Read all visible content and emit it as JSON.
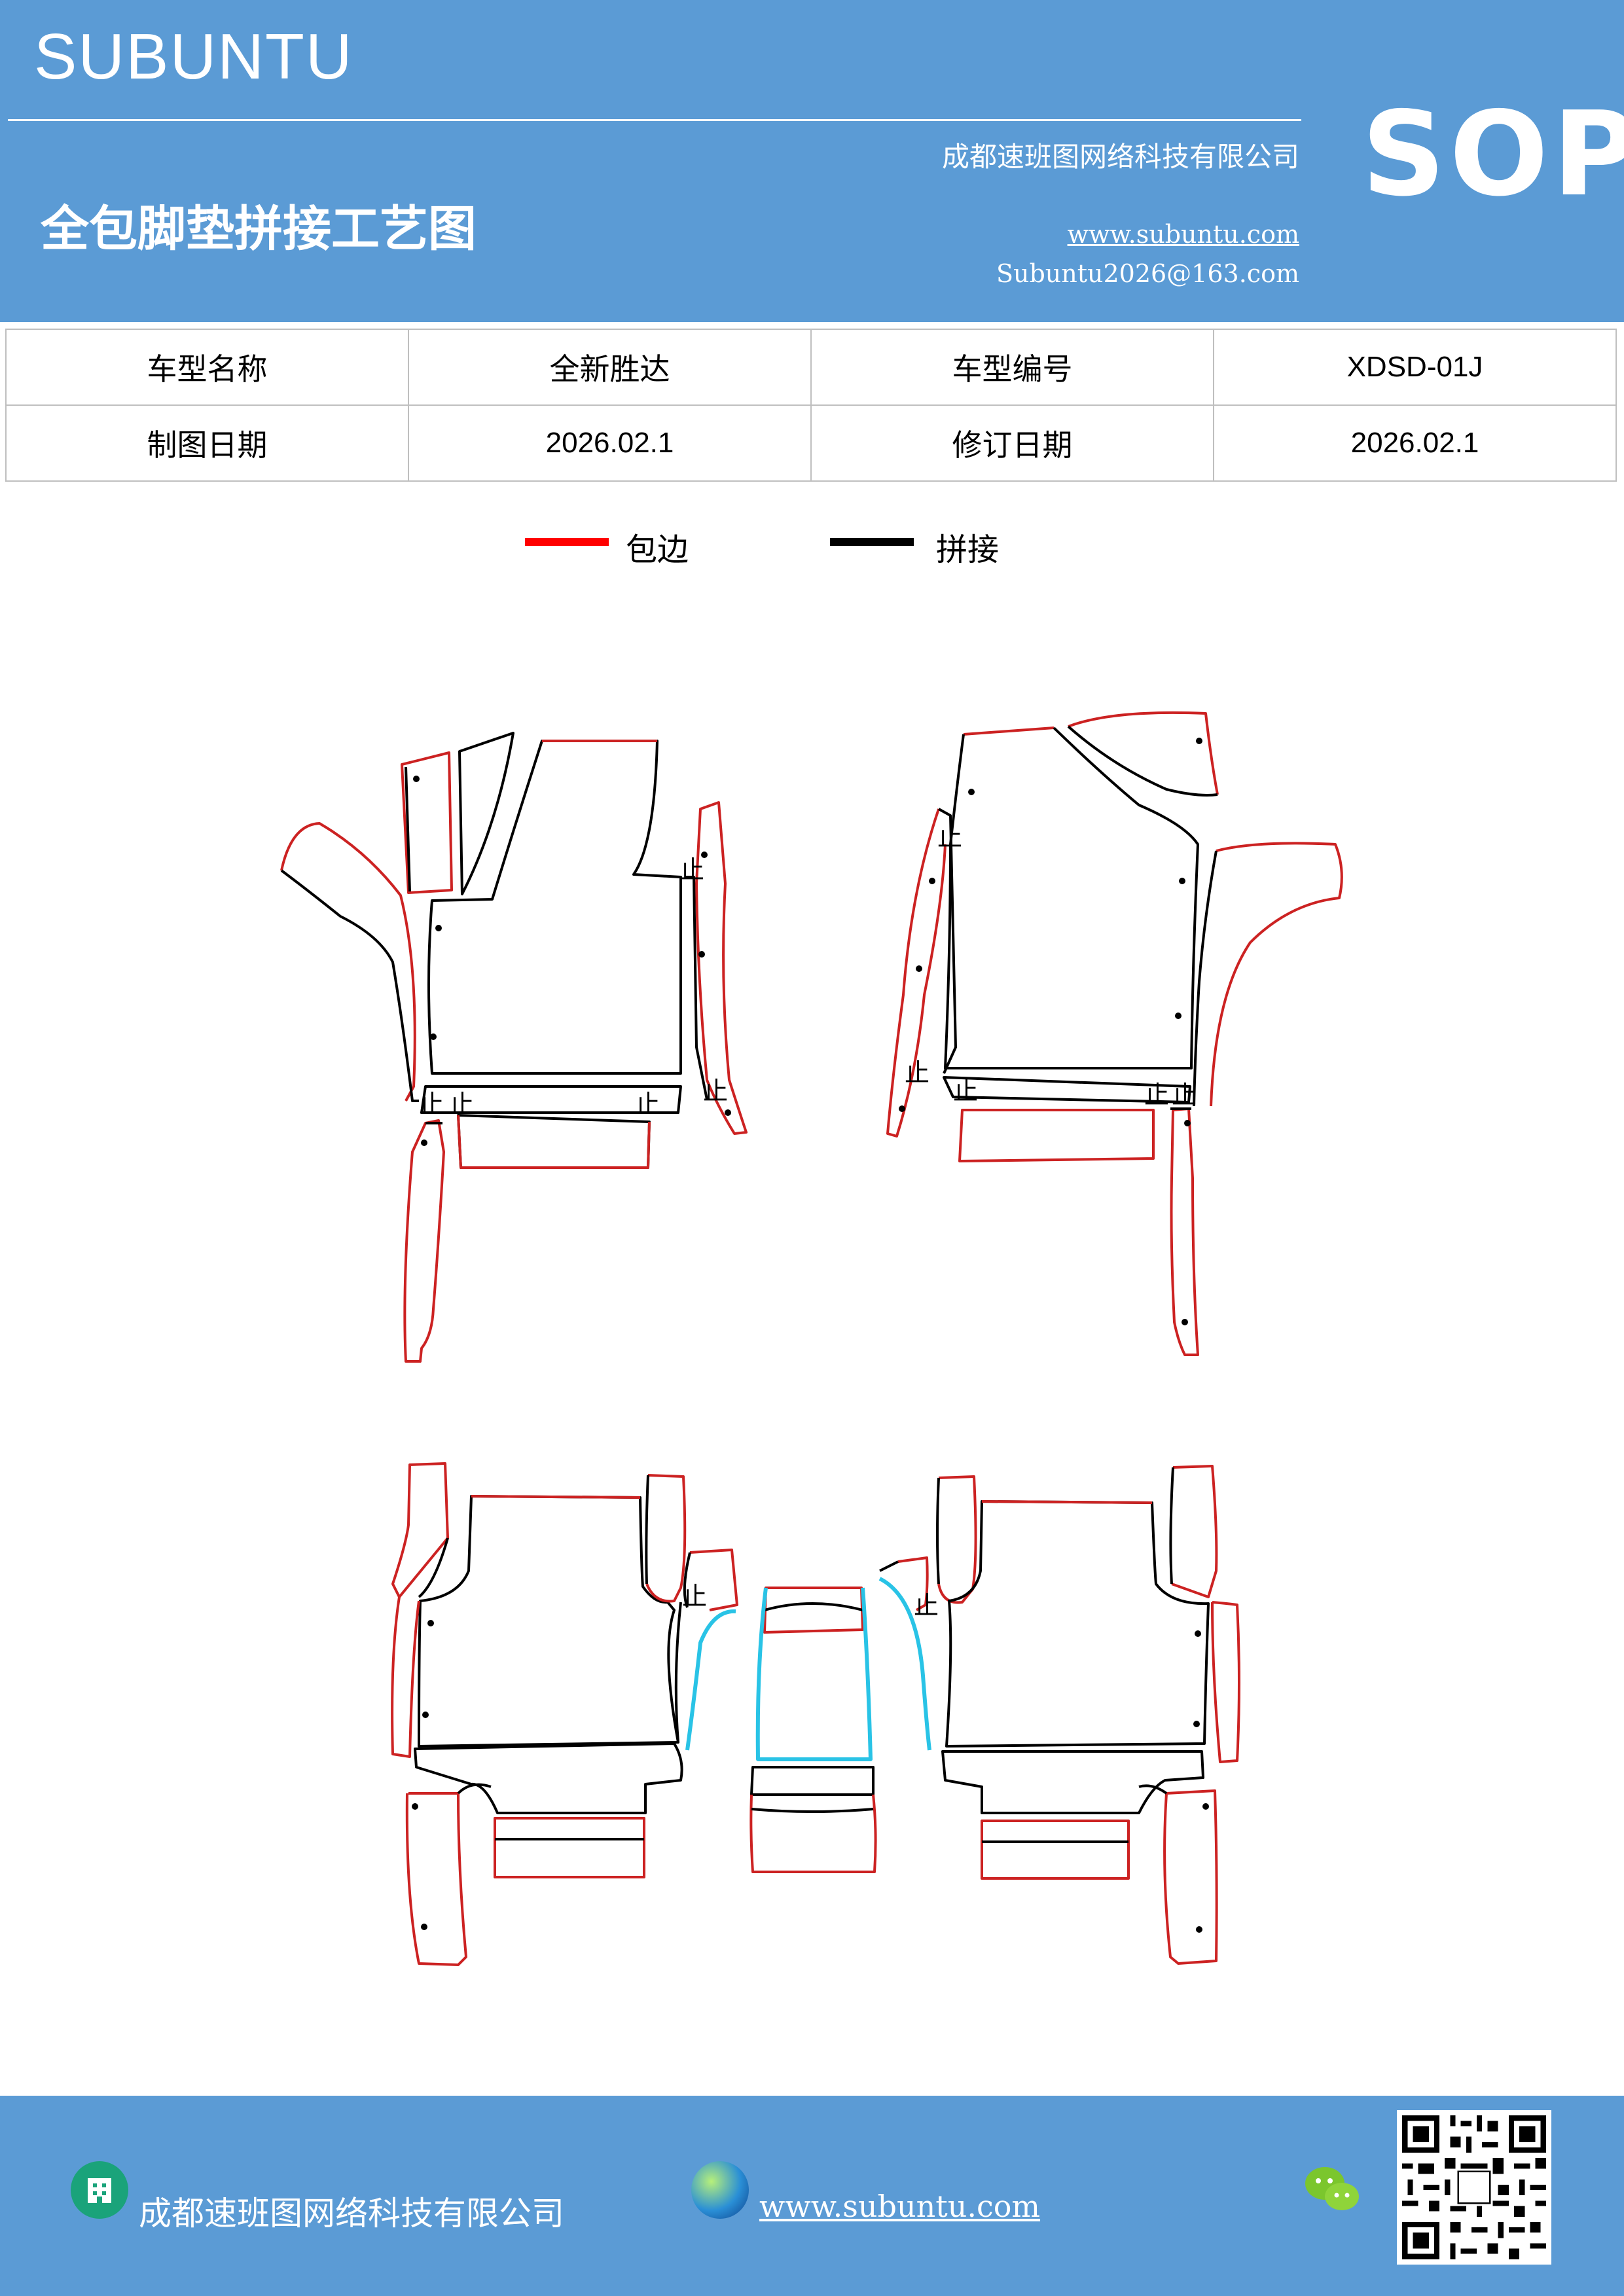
{
  "header": {
    "brand": "SUBUNTU",
    "sop": "SOP",
    "company": "成都速班图网络科技有限公司",
    "title": "全包脚垫拼接工艺图",
    "website": "www.subuntu.com",
    "email": "Subuntu2026@163.com"
  },
  "info_table": {
    "row1": {
      "label_a": "车型名称",
      "value_a": "全新胜达",
      "label_b": "车型编号",
      "value_b": "XDSD-01J"
    },
    "row2": {
      "label_a": "制图日期",
      "value_a": "2026.02.1",
      "label_b": "修订日期",
      "value_b": "2026.02.1"
    }
  },
  "legend": {
    "items": [
      {
        "label": "包边",
        "color": "#ff0000"
      },
      {
        "label": "拼接",
        "color": "#000000"
      }
    ]
  },
  "drawing": {
    "stitch_color": "#000000",
    "edge_color": "#cc2222",
    "accent_color": "#29c3e6",
    "marker_glyph": "止"
  },
  "footer": {
    "company": "成都速班图网络科技有限公司",
    "website": "www.subuntu.com",
    "icons": [
      "building-icon",
      "globe-icon",
      "wechat-icon",
      "qr-code"
    ]
  }
}
